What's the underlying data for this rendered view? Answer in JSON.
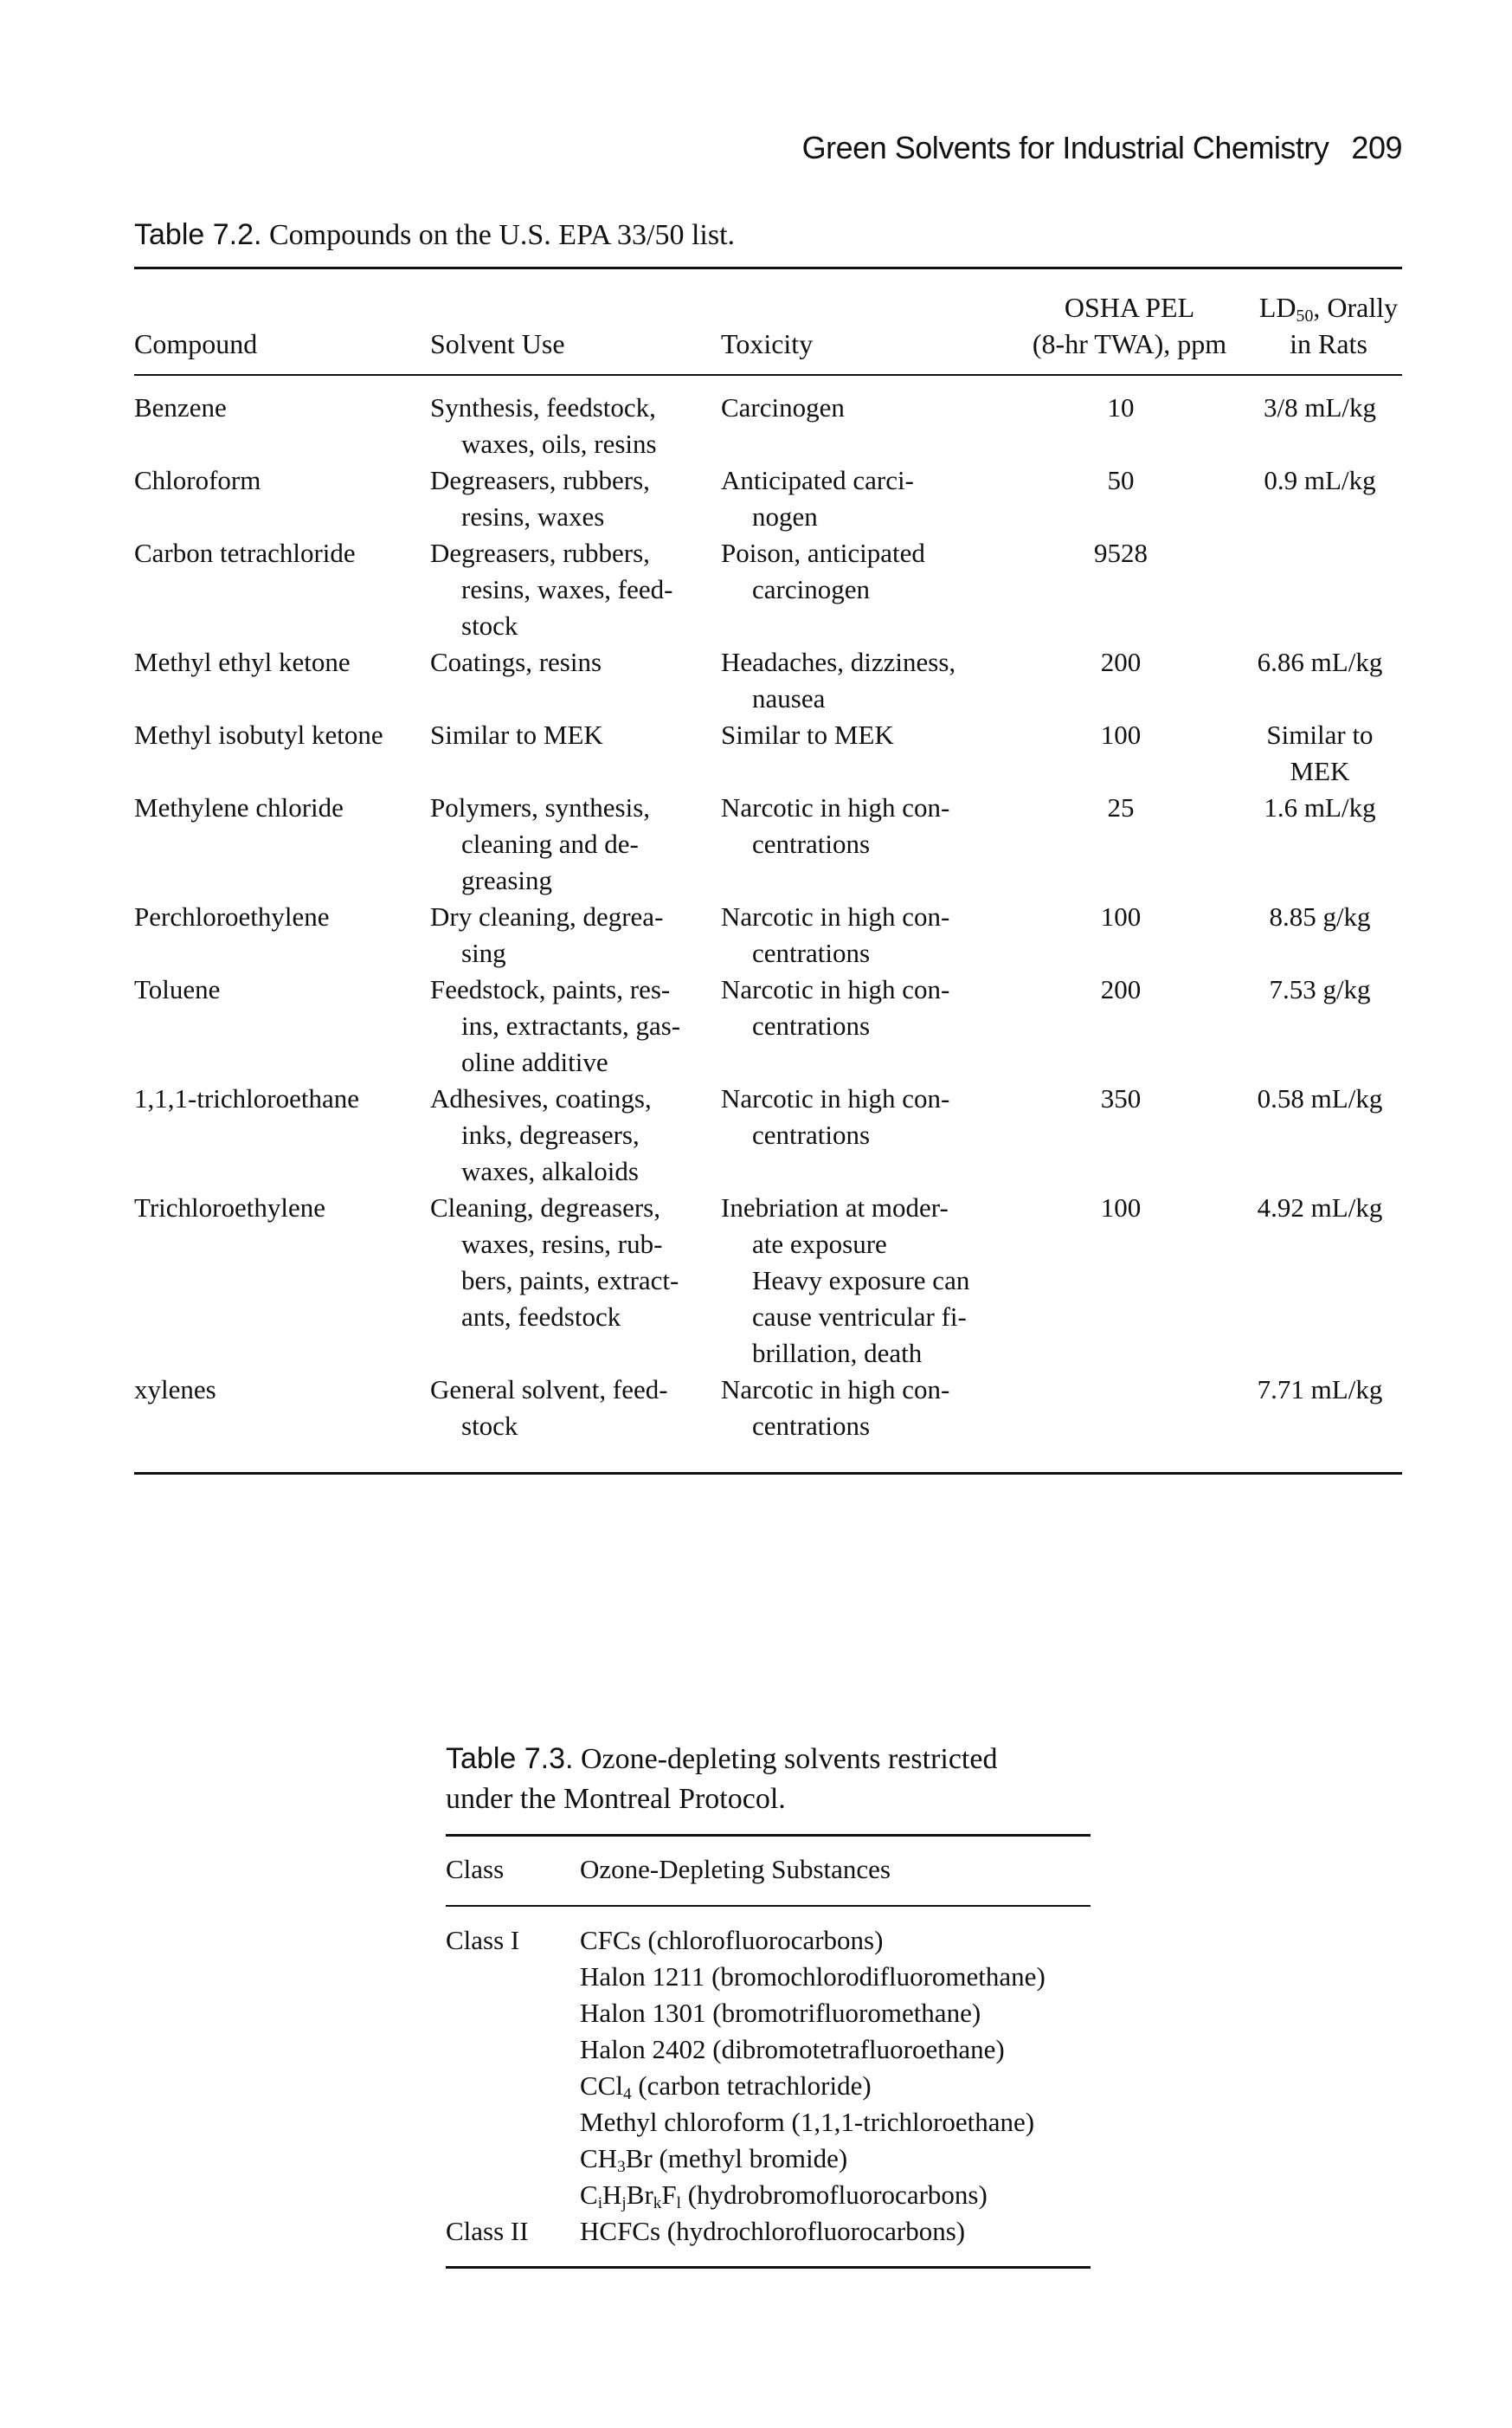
{
  "running_head": {
    "title": "Green Solvents for Industrial Chemistry",
    "page": "209"
  },
  "table_7_2": {
    "label": "Table 7.2.",
    "title": "Compounds on the U.S. EPA 33/50 list.",
    "headers": {
      "compound": "Compound",
      "use": "Solvent Use",
      "toxicity": "Toxicity",
      "pel_line1": "OSHA PEL",
      "pel_line2": "(8-hr TWA), ppm",
      "ld_line1_pre": "LD",
      "ld_line1_sub": "50",
      "ld_line1_post": ", Orally",
      "ld_line2": "in Rats"
    },
    "rows": [
      {
        "compound": "Benzene",
        "use": "Synthesis, feedstock,\nwaxes, oils, resins",
        "toxicity": "Carcinogen",
        "pel": "10",
        "ld50": "3/8 mL/kg"
      },
      {
        "compound": "Chloroform",
        "use": "Degreasers, rubbers,\nresins, waxes",
        "toxicity": "Anticipated carci-\nnogen",
        "pel": "50",
        "ld50": "0.9 mL/kg"
      },
      {
        "compound": "Carbon tetrachloride",
        "use": "Degreasers, rubbers,\nresins, waxes, feed-\nstock",
        "toxicity": "Poison, anticipated\ncarcinogen",
        "pel": "9528",
        "ld50": ""
      },
      {
        "compound": "Methyl ethyl ketone",
        "use": "Coatings, resins",
        "toxicity": "Headaches, dizziness,\nnausea",
        "pel": "200",
        "ld50": "6.86 mL/kg"
      },
      {
        "compound": "Methyl isobutyl ketone",
        "use": "Similar to MEK",
        "toxicity": "Similar to MEK",
        "pel": "100",
        "ld50": "Similar to\nMEK"
      },
      {
        "compound": "Methylene chloride",
        "use": "Polymers, synthesis,\ncleaning and de-\ngreasing",
        "toxicity": "Narcotic in high con-\ncentrations",
        "pel": "25",
        "ld50": "1.6 mL/kg"
      },
      {
        "compound": "Perchloroethylene",
        "use": "Dry cleaning, degrea-\nsing",
        "toxicity": "Narcotic in high con-\ncentrations",
        "pel": "100",
        "ld50": "8.85 g/kg"
      },
      {
        "compound": "Toluene",
        "use": "Feedstock, paints, res-\nins, extractants, gas-\noline additive",
        "toxicity": "Narcotic in high con-\ncentrations",
        "pel": "200",
        "ld50": "7.53 g/kg"
      },
      {
        "compound": "1,1,1-trichloroethane",
        "use": "Adhesives, coatings,\ninks, degreasers,\nwaxes, alkaloids",
        "toxicity": "Narcotic in high con-\ncentrations",
        "pel": "350",
        "ld50": "0.58 mL/kg"
      },
      {
        "compound": "Trichloroethylene",
        "use": "Cleaning, degreasers,\nwaxes, resins, rub-\nbers, paints, extract-\nants, feedstock",
        "toxicity": "Inebriation at moder-\nate exposure\nHeavy exposure can\ncause ventricular fi-\nbrillation, death",
        "pel": "100",
        "ld50": "4.92 mL/kg"
      },
      {
        "compound": "xylenes",
        "use": "General solvent, feed-\nstock",
        "toxicity": "Narcotic in high con-\ncentrations",
        "pel": "",
        "ld50": "7.71 mL/kg"
      }
    ]
  },
  "table_7_3": {
    "label": "Table 7.3.",
    "title_line1": "Ozone-depleting solvents restricted",
    "title_line2": "under the Montreal Protocol.",
    "headers": {
      "class": "Class",
      "substances": "Ozone-Depleting Substances"
    },
    "class_1": "Class I",
    "class_2": "Class II",
    "substances": {
      "cfcs": "CFCs (chlorofluorocarbons)",
      "halon1211": "Halon 1211 (bromochlorodifluoromethane)",
      "halon1301": "Halon 1301 (bromotrifluoromethane)",
      "halon2402": "Halon 2402 (dibromotetrafluoroethane)",
      "ccl4_pre": "CCl",
      "ccl4_sub": "4",
      "ccl4_post": " (carbon tetrachloride)",
      "methyl_chloroform": "Methyl chloroform (1,1,1-trichloroethane)",
      "ch3br_pre": "CH",
      "ch3br_sub": "3",
      "ch3br_post": "Br (methyl bromide)",
      "hbfc_c": "C",
      "hbfc_i": "i",
      "hbfc_h": "H",
      "hbfc_j": "j",
      "hbfc_br": "Br",
      "hbfc_k": "k",
      "hbfc_f": "F",
      "hbfc_l": "l",
      "hbfc_post": " (hydrobromofluorocarbons)",
      "hcfcs": "HCFCs (hydrochlorofluorocarbons)"
    }
  }
}
